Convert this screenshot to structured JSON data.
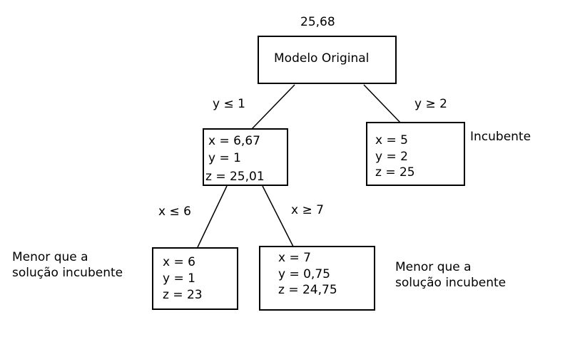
{
  "root": {
    "value_above": "25,68",
    "label": "Modelo Original"
  },
  "branches": {
    "left_root": "y ≤ 1",
    "right_root": "y ≥ 2",
    "left_node": "x ≤ 6",
    "right_node": "x ≥ 7"
  },
  "nodes": {
    "n1": {
      "lines": [
        "x = 6,67",
        "y = 1",
        "z = 25,01"
      ]
    },
    "n2": {
      "lines": [
        "x = 5",
        "y = 2",
        "z = 25"
      ],
      "note": "Incubente"
    },
    "n3": {
      "lines": [
        "x = 6",
        "y = 1",
        "z = 23"
      ],
      "note_lines": [
        "Menor que a",
        "solução incubente"
      ]
    },
    "n4": {
      "lines": [
        "x = 7",
        "y = 0,75",
        "z = 24,75"
      ],
      "note_lines": [
        "Menor que a",
        "solução incubente"
      ]
    }
  }
}
